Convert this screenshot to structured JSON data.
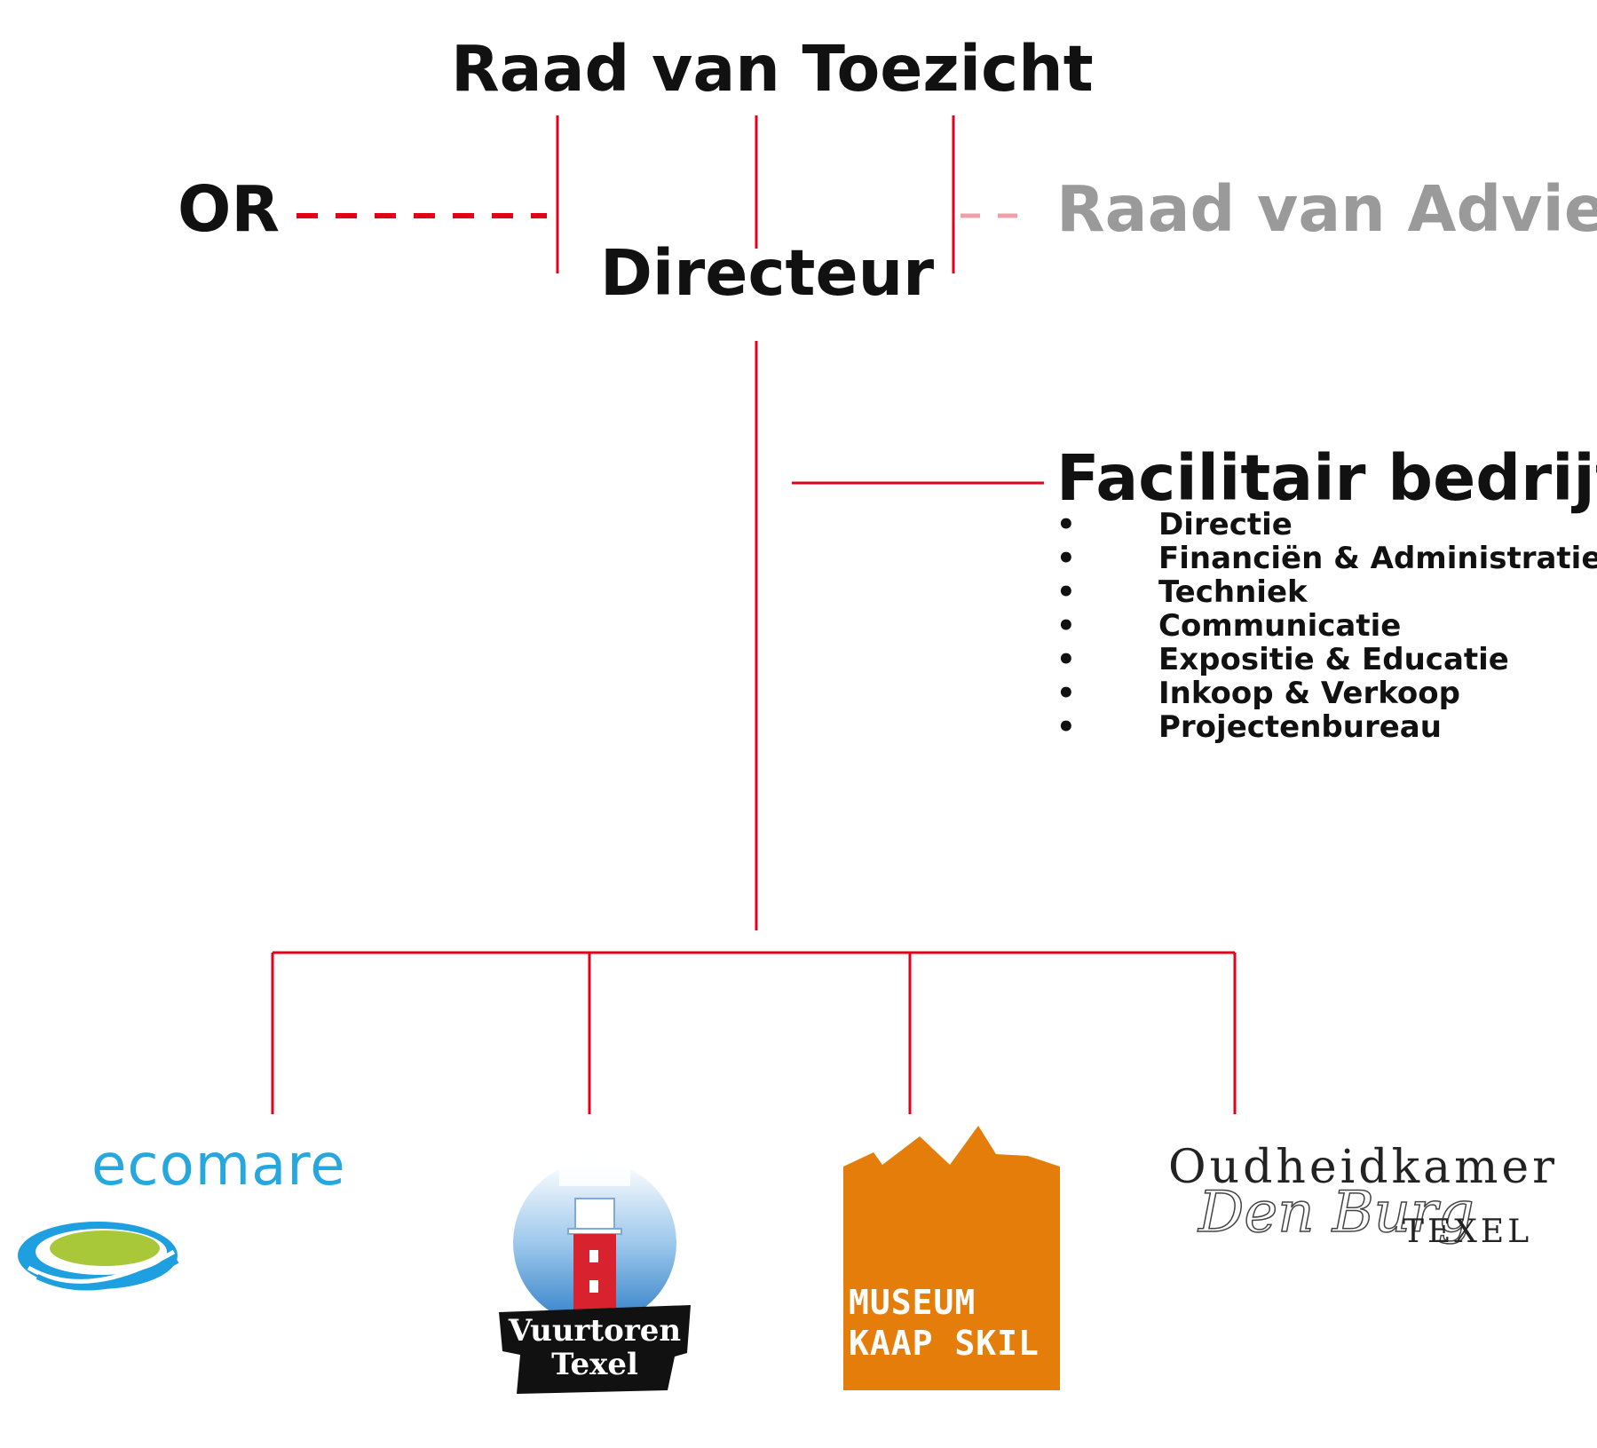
{
  "colors": {
    "connector": "#e2001a",
    "advisory_text": "#9a9a9a",
    "ecomare_blue": "#27a7df",
    "kaapskil_orange": "#e47d0a"
  },
  "org": {
    "raad_van_toezicht": "Raad van Toezicht",
    "or": "OR",
    "raad_van_advies": "Raad van Advies",
    "directeur": "Directeur",
    "facilitair": {
      "title": "Facilitair bedrijf",
      "items": [
        "Directie",
        "Financiën & Administratie",
        "Techniek",
        "Communicatie",
        "Expositie & Educatie",
        "Inkoop & Verkoop",
        "Projectenbureau"
      ]
    }
  },
  "logos": {
    "ecomare": {
      "text": "ecomare"
    },
    "vuurtoren": {
      "line1": "Vuurtoren",
      "line2": "Texel"
    },
    "kaapskil": {
      "line1": "MUSEUM",
      "line2": "KAAP SKIL"
    },
    "oudheidkamer": {
      "title": "Oudheidkamer",
      "script": "Den Burg",
      "place": "TEXEL"
    }
  }
}
